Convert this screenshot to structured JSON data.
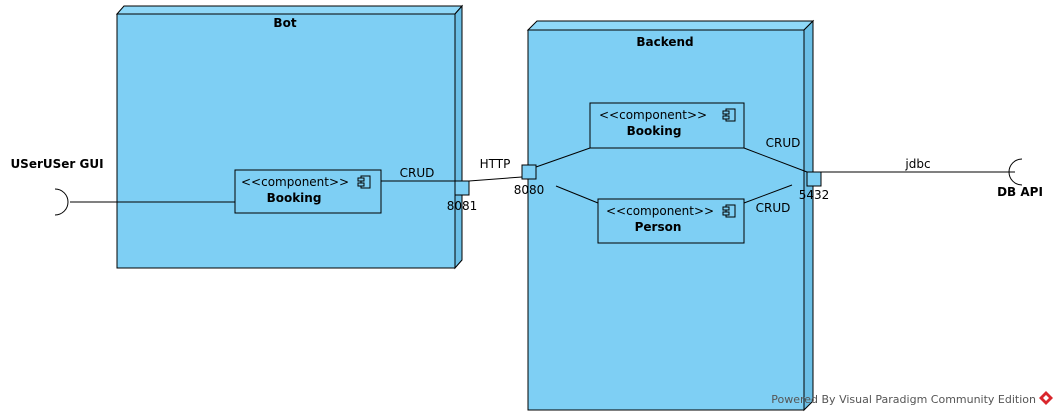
{
  "colors": {
    "node_fill": "#7ECFF4",
    "node_side": "#6BBFE6",
    "node_top": "#8FD8F8",
    "stroke": "#000000",
    "port_fill": "#7ECFF4",
    "brand_red": "#D9262C"
  },
  "nodes": {
    "bot": {
      "title": "Bot"
    },
    "backend": {
      "title": "Backend"
    }
  },
  "components": {
    "bot_booking": {
      "stereotype": "<<component>>",
      "name": "Booking"
    },
    "backend_booking": {
      "stereotype": "<<component>>",
      "name": "Booking"
    },
    "backend_person": {
      "stereotype": "<<component>>",
      "name": "Person"
    }
  },
  "ports": {
    "bot_port": "8081",
    "backend_in_port": "8080",
    "backend_out_port": "5432"
  },
  "labels": {
    "http": "HTTP",
    "crud_bot": "CRUD",
    "crud_booking": "CRUD",
    "crud_person": "CRUD",
    "jdbc": "jdbc"
  },
  "interfaces": {
    "gui": "USerUSer GUI",
    "db_api": "DB API"
  },
  "footer": {
    "text": "Powered By Visual Paradigm Community Edition",
    "icon": "visual-paradigm-logo-icon"
  }
}
